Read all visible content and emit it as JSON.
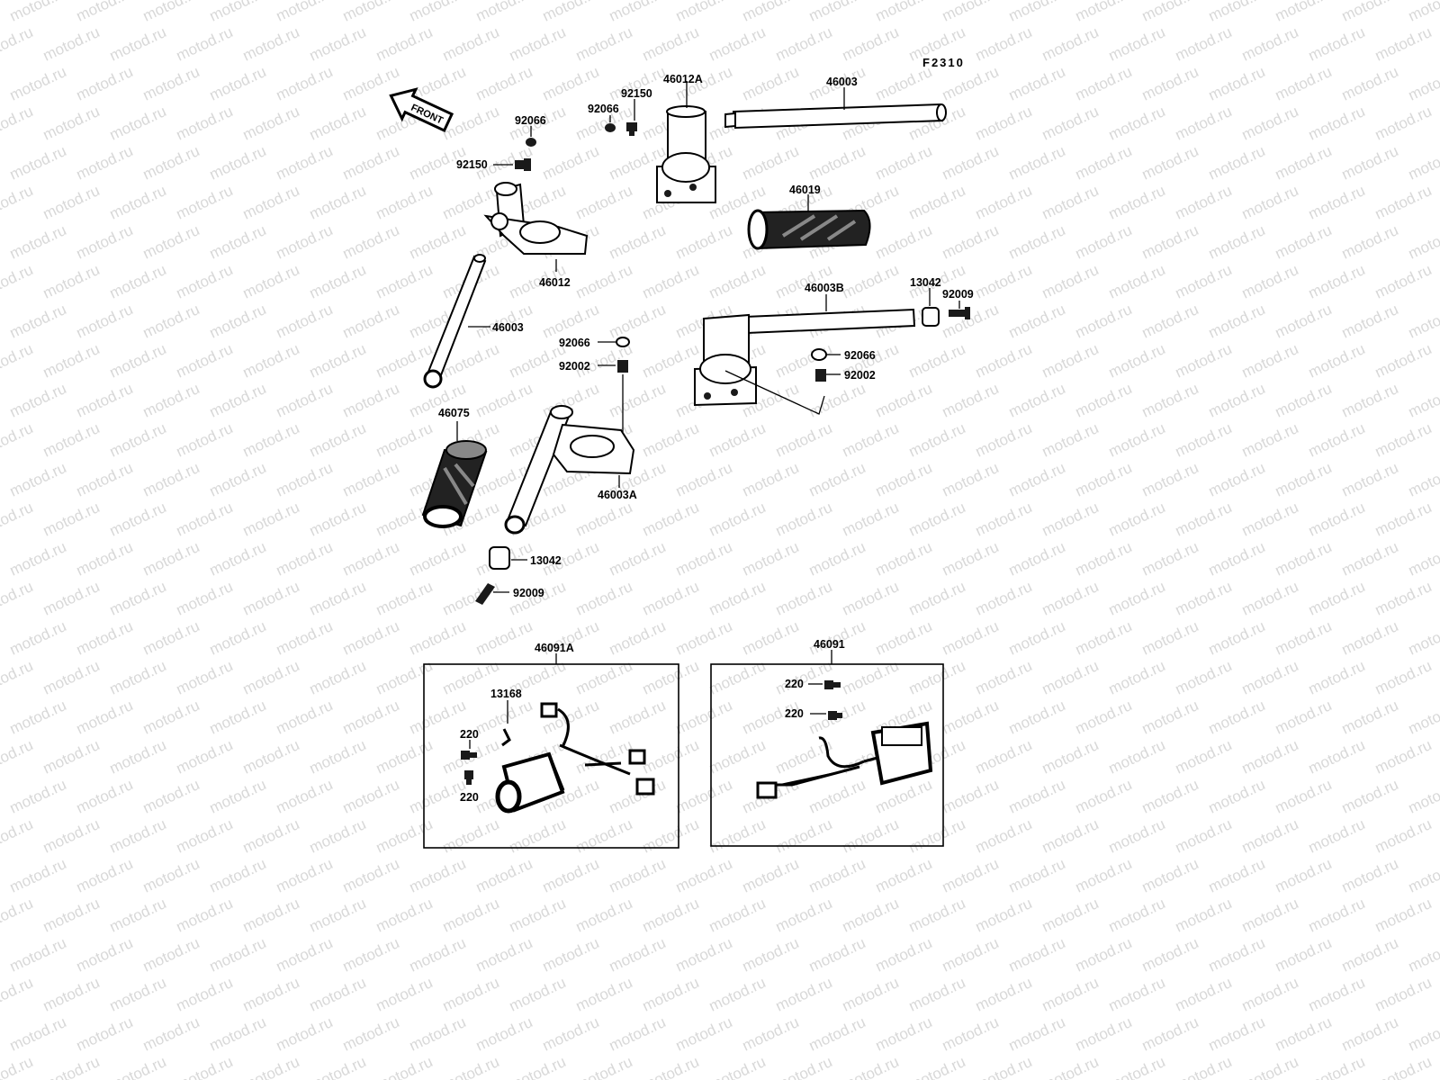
{
  "watermark": "motod.ru",
  "figure_code": "F2310",
  "front_label": "FRONT",
  "part_labels": {
    "p46012A": "46012A",
    "p92150_top": "92150",
    "p92066_top": "92066",
    "p92066_left": "92066",
    "p92150_left": "92150",
    "p46003_top": "46003",
    "p46019": "46019",
    "p46012": "46012",
    "p46003B": "46003B",
    "p13042_right": "13042",
    "p92009_right": "92009",
    "p46003_left": "46003",
    "p92066_mid": "92066",
    "p92002_mid": "92002",
    "p92066_right": "92066",
    "p92002_right": "92002",
    "p46075": "46075",
    "p46003A": "46003A",
    "p13042_left": "13042",
    "p92009_left": "92009",
    "p46091A": "46091A",
    "p13168": "13168",
    "p220_a": "220",
    "p220_b": "220",
    "p46091": "46091",
    "p220_c": "220",
    "p220_d": "220"
  }
}
